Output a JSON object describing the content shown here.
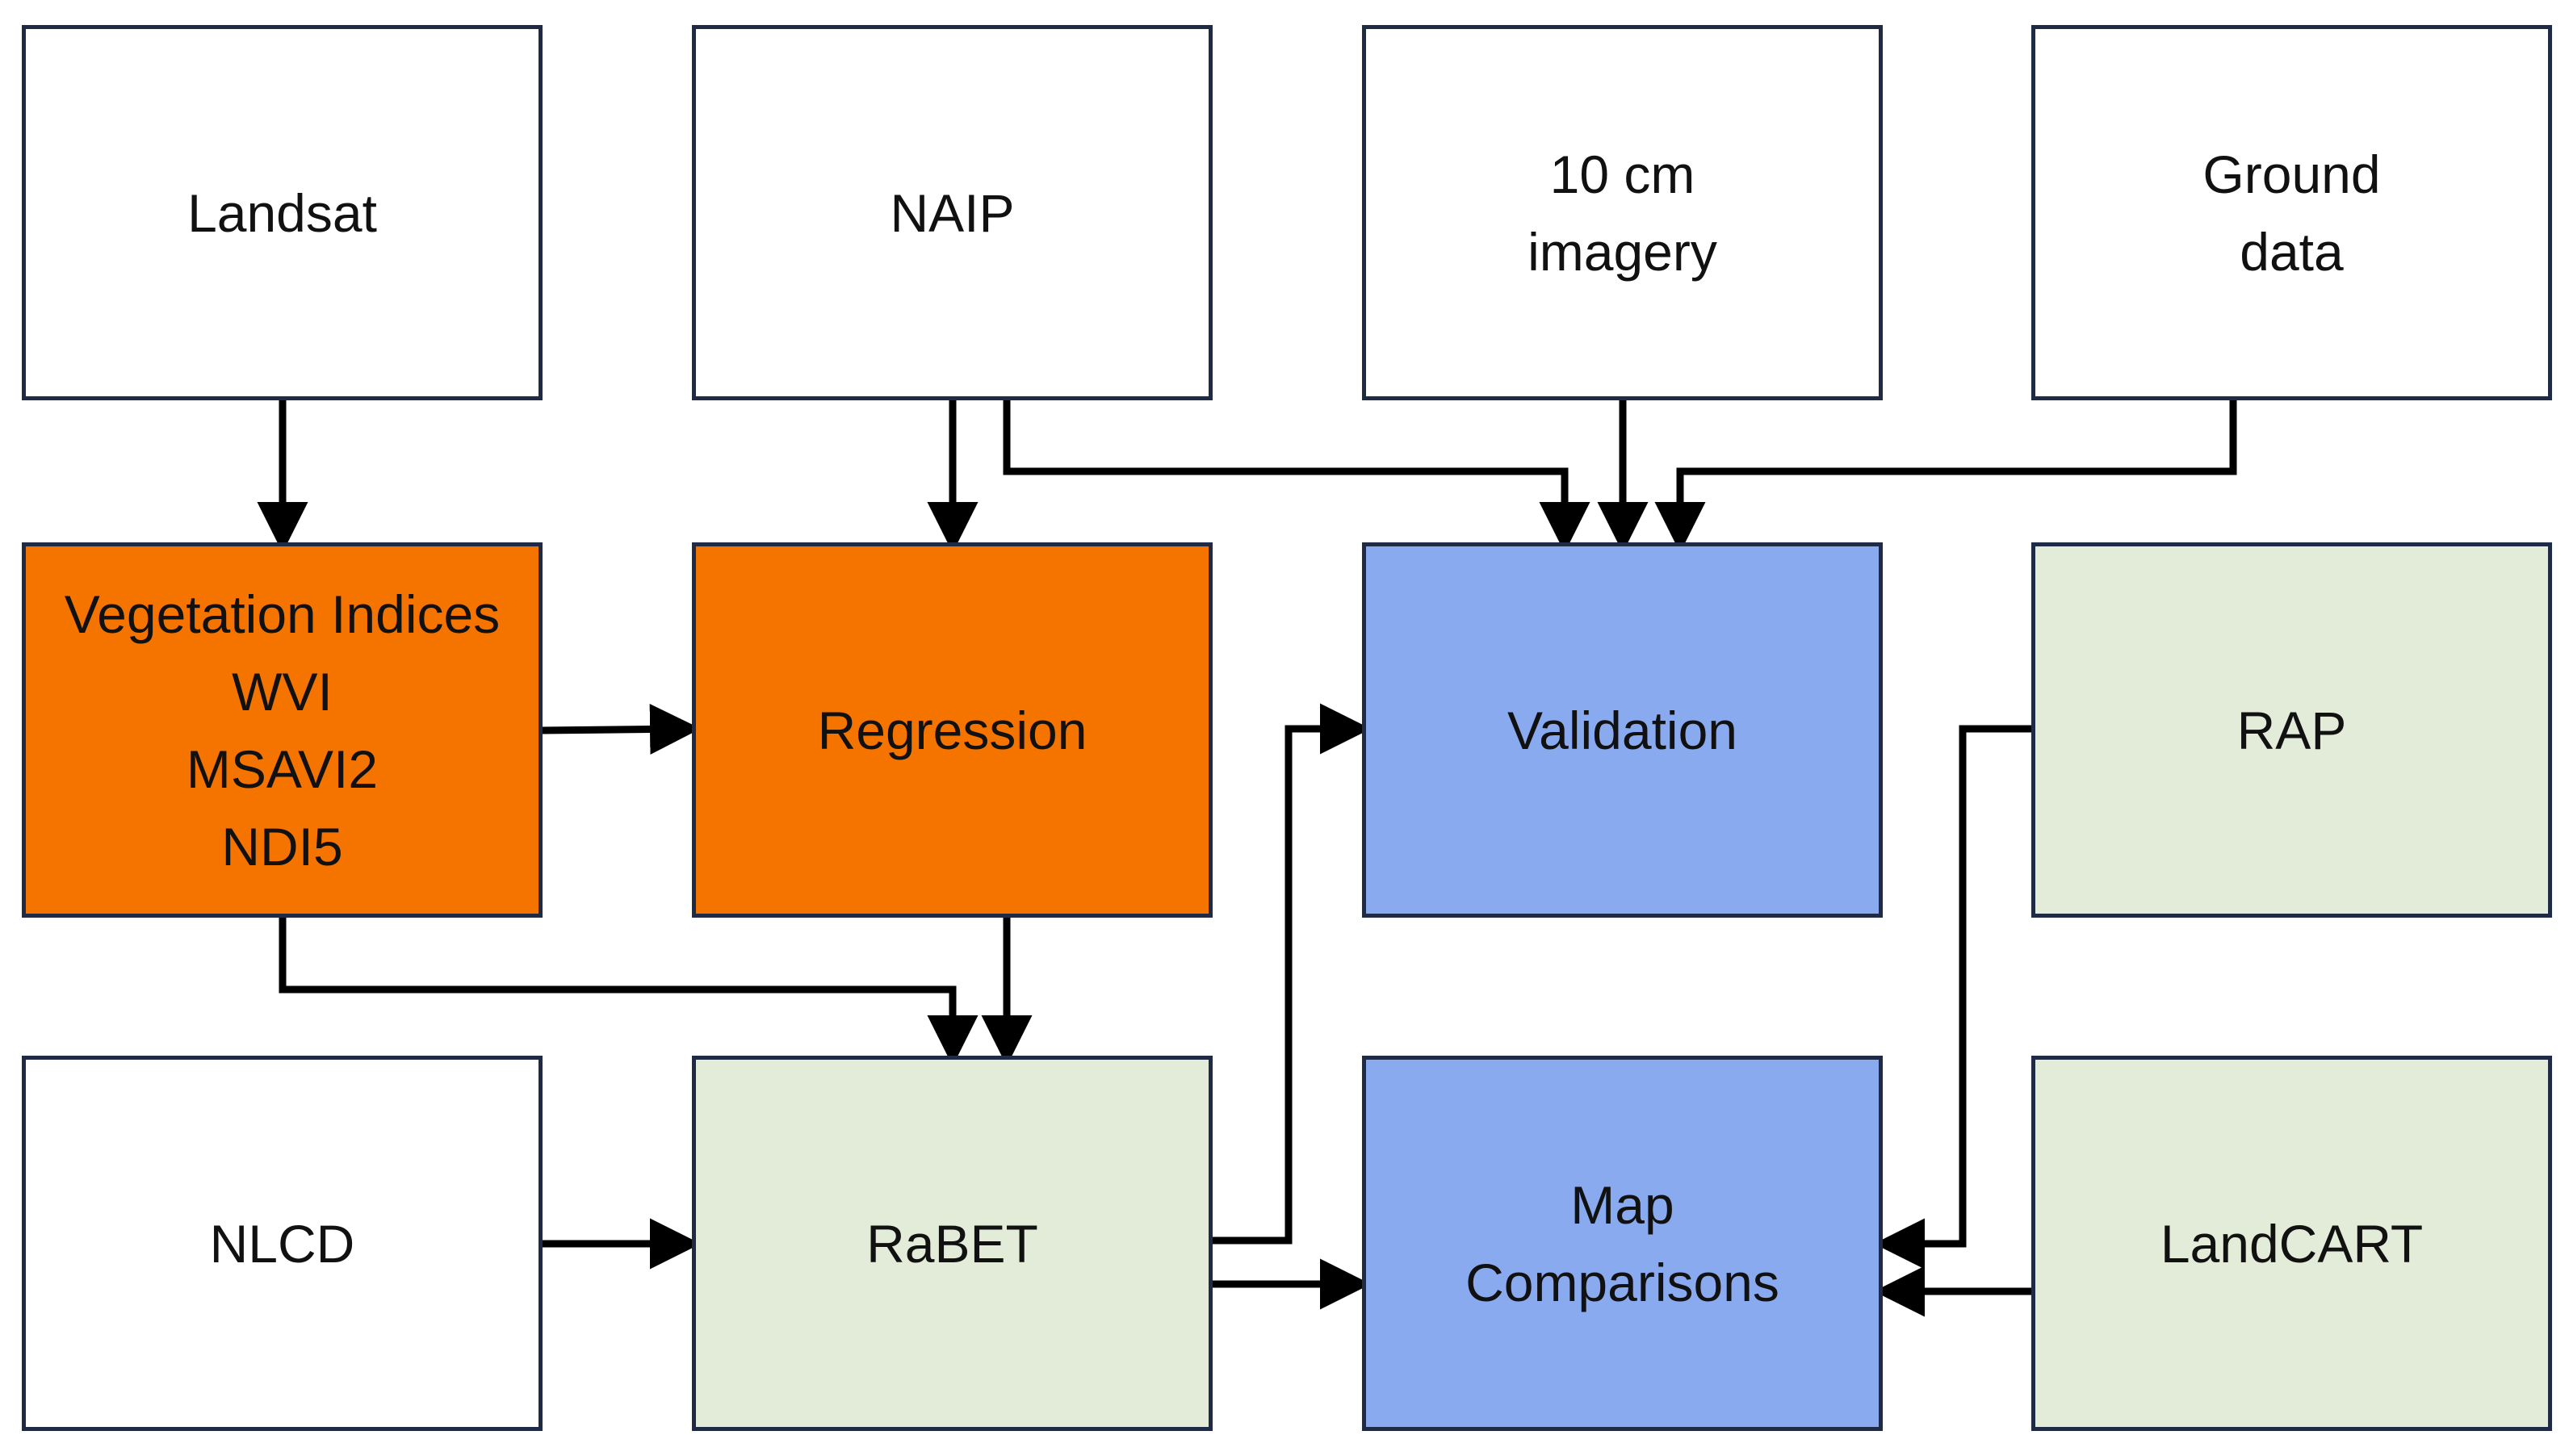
{
  "colors": {
    "border": "#1f2a44",
    "input_fill": "#ffffff",
    "processing_fill": "#f57400",
    "evaluation_fill": "#8aaaf0",
    "product_fill": "#e2ecd8",
    "arrow": "#000000"
  },
  "nodes": {
    "landsat": {
      "lines": [
        "Landsat"
      ]
    },
    "naip": {
      "lines": [
        "NAIP"
      ]
    },
    "imagery10cm": {
      "lines": [
        "10 cm",
        "imagery"
      ]
    },
    "ground": {
      "lines": [
        "Ground",
        "data"
      ]
    },
    "vi": {
      "lines": [
        "Vegetation Indices",
        "WVI",
        "MSAVI2",
        "NDI5"
      ]
    },
    "regression": {
      "lines": [
        "Regression"
      ]
    },
    "validation": {
      "lines": [
        "Validation"
      ]
    },
    "rap": {
      "lines": [
        "RAP"
      ]
    },
    "nlcd": {
      "lines": [
        "NLCD"
      ]
    },
    "rabet": {
      "lines": [
        "RaBET"
      ]
    },
    "mapcomp": {
      "lines": [
        "Map",
        "Comparisons"
      ]
    },
    "landcart": {
      "lines": [
        "LandCART"
      ]
    }
  },
  "edges": [
    {
      "from": "landsat",
      "to": "vi"
    },
    {
      "from": "naip",
      "to": "regression"
    },
    {
      "from": "naip",
      "to": "validation"
    },
    {
      "from": "imagery10cm",
      "to": "validation"
    },
    {
      "from": "ground",
      "to": "validation"
    },
    {
      "from": "vi",
      "to": "regression"
    },
    {
      "from": "vi",
      "to": "rabet"
    },
    {
      "from": "regression",
      "to": "rabet"
    },
    {
      "from": "nlcd",
      "to": "rabet"
    },
    {
      "from": "rabet",
      "to": "validation"
    },
    {
      "from": "rabet",
      "to": "mapcomp"
    },
    {
      "from": "rap",
      "to": "mapcomp"
    },
    {
      "from": "landcart",
      "to": "mapcomp"
    }
  ]
}
